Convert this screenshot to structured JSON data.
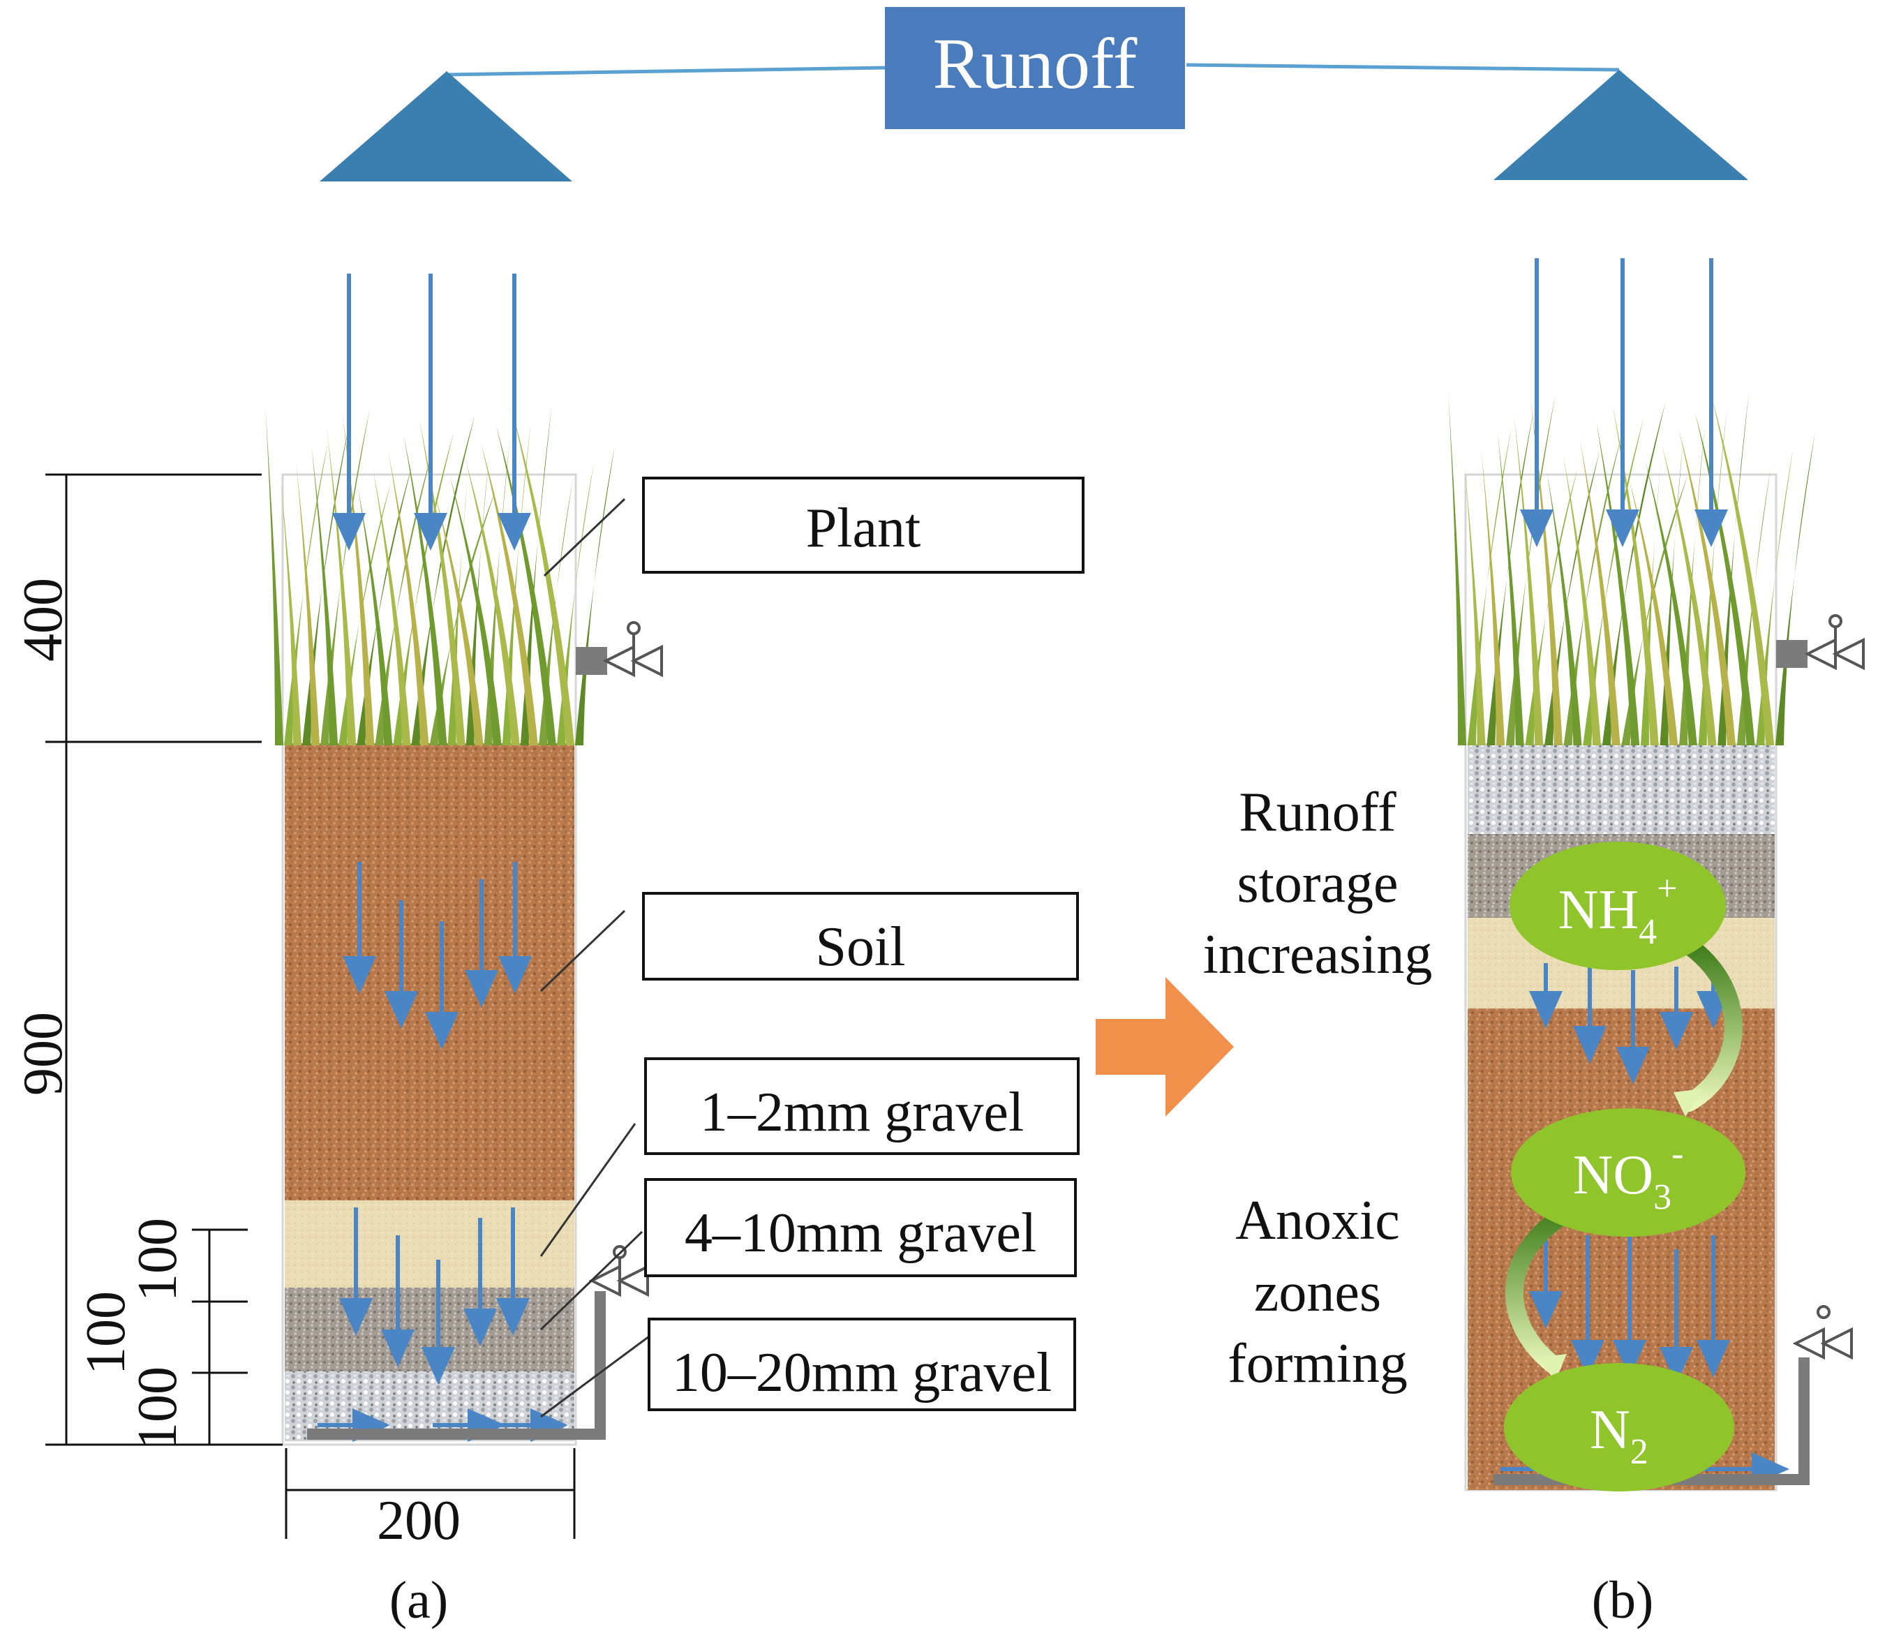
{
  "header": {
    "title": "Runoff"
  },
  "colors": {
    "blue": "#4a86c6",
    "title_box": "#4a7bbd",
    "soil": "#b87a4c",
    "sand": "#eadcb4",
    "gravel_fine": "#a39c94",
    "gravel_coarse": "#cfd2d6",
    "pipe": "#7b7b7b",
    "orange": "#f0904a",
    "green": "#8fc52a",
    "grass": "#7ea33a"
  },
  "panel_a": {
    "caption": "(a)",
    "labels": {
      "plant": "Plant",
      "soil": "Soil",
      "gravel_1_2": "1–2mm gravel",
      "gravel_4_10": "4–10mm gravel",
      "gravel_10_20": "10–20mm gravel"
    },
    "dimensions": {
      "top": "400",
      "middle": "900",
      "left_lower": "100",
      "inner_upper": "100",
      "inner_lower": "100",
      "width": "200"
    }
  },
  "panel_b": {
    "caption": "(b)",
    "text_upper": [
      "Runoff",
      "storage",
      "increasing"
    ],
    "text_lower": [
      "Anoxic",
      "zones",
      "forming"
    ],
    "species": {
      "nh4": {
        "base": "NH",
        "sub": "4",
        "sup": "+"
      },
      "no3": {
        "base": "NO",
        "sub": "3",
        "sup": "-"
      },
      "n2": {
        "base": "N",
        "sub": "2"
      }
    }
  }
}
